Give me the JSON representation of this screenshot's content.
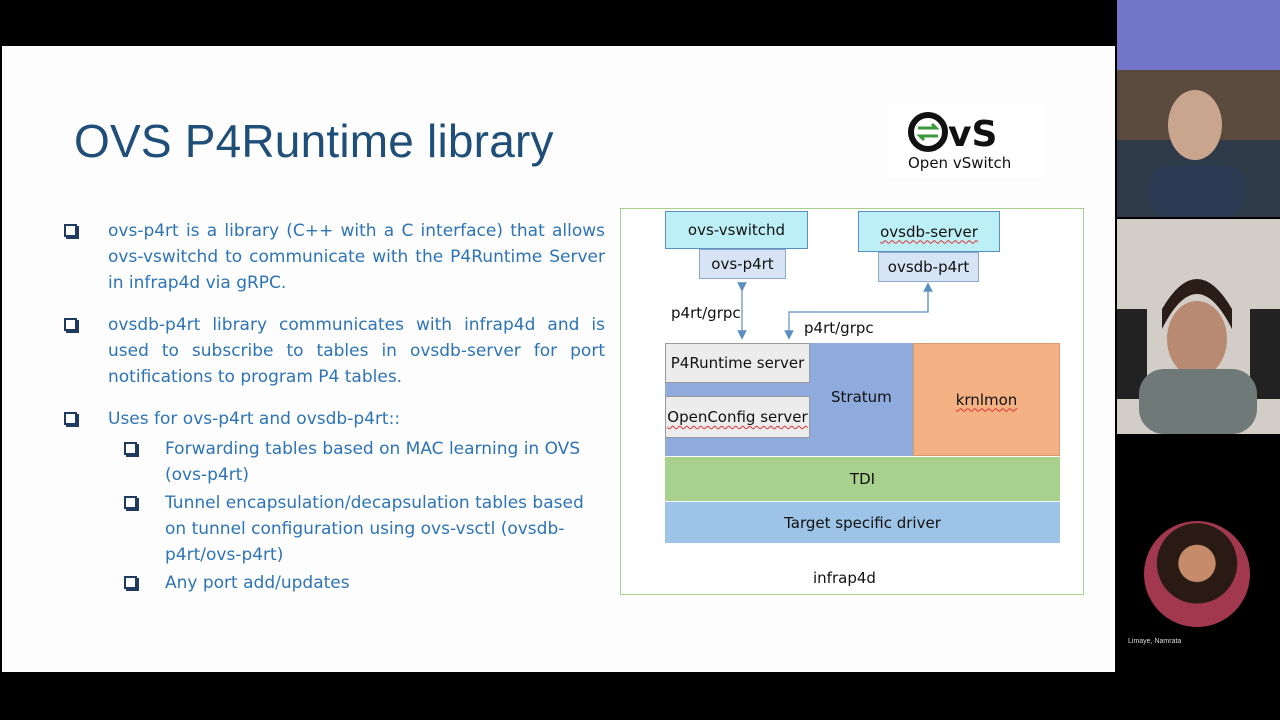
{
  "slide": {
    "title": "OVS P4Runtime library",
    "logo": {
      "word": "OvS",
      "subtitle": "Open vSwitch"
    },
    "bullets": [
      {
        "text": "ovs-p4rt  is a library (C++ with a C interface) that allows ovs-vswitchd to communicate with the P4Runtime Server in infrap4d via gRPC."
      },
      {
        "text": "ovsdb-p4rt library communicates with infrap4d and is used to subscribe to tables in ovsdb-server for port notifications  to program P4 tables."
      },
      {
        "text": "Uses for ovs-p4rt and ovsdb-p4rt::",
        "sub": [
          "Forwarding tables based on MAC learning in OVS (ovs-p4rt)",
          "Tunnel encapsulation/decapsulation tables based on tunnel configuration using ovs-vsctl (ovsdb-p4rt/ovs-p4rt)",
          "Any port add/updates"
        ]
      }
    ]
  },
  "diagram": {
    "ovs_vswitchd": "ovs-vswitchd",
    "ovs_p4rt": "ovs-p4rt",
    "ovsdb_server": "ovsdb-server",
    "ovsdb_p4rt": "ovsdb-p4rt",
    "link_left": "p4rt/grpc",
    "link_right": "p4rt/grpc",
    "p4runtime_server": "P4Runtime server",
    "openconfig_server": "OpenConfig server",
    "stratum": "Stratum",
    "krnlmon": "krnlmon",
    "tdi": "TDI",
    "driver": "Target specific driver",
    "infrap4d": "infrap4d"
  },
  "participants": {
    "third_name": "Limaye, Namrata"
  },
  "colors": {
    "title": "#1f4e79",
    "bullet_text": "#2e74b5",
    "stratum": "#8faadc",
    "krnlmon": "#f4b183",
    "tdi": "#a9d18e",
    "driver": "#9dc3e6"
  }
}
